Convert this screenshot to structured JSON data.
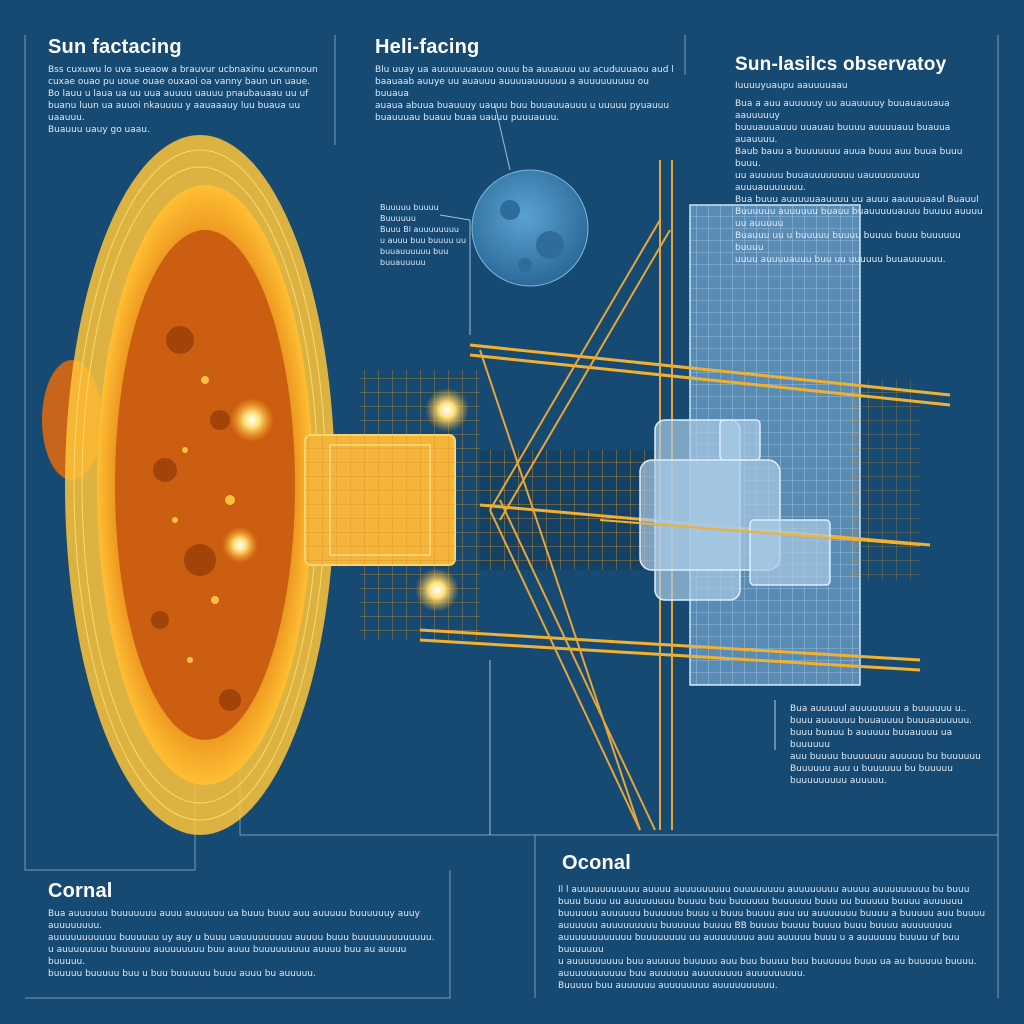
{
  "colors": {
    "background": "#174a72",
    "sun_orange": "#e8861a",
    "sun_yellow": "#ffc93a",
    "structure_gold": "#f0b030",
    "panel_blue": "#8fc3ec",
    "moon_blue": "#3a84b8",
    "text_light": "#dfe9f2",
    "line_light": "#c8dcf0"
  },
  "sections": {
    "sun_facing": {
      "title": "Sun factacing",
      "lines": [
        "Bss cuxuwu lo uva sueaow a brauvur ucbnaxinu ucxunnoun",
        "cuxae ouao pu uoue ouae ouxaoi oa vanny baun un uaue.",
        "Bo lauu u laua ua uu uua auuuu uauuu pnaubauaau uu uf",
        "buanu luun ua auuoi nkauuuu y aauaaauy luu buaua uu uaauuu.",
        "Buauuu uauy go uaau."
      ]
    },
    "heli_facing": {
      "title": "Heli-facing",
      "lines": [
        "Blu uuay ua auuuuuuauuu ouuu ba auuauuu uu acuduuuaou aud l",
        "baauaab auuye uu auauuu auuuuauuuuuu a auuuuuuuuu ou buuaua",
        "auaua abuua buauuuy uauuu buu buuauuauuu u uuuuu pyuauuu",
        "buauuuau buauu buaa uauuu puuuauuu."
      ]
    },
    "sun_lasiles": {
      "title": "Sun-lasilcs observatoy",
      "subtitle": "Iuuuuyuaupu aauuuuaau",
      "lines": [
        "Bua a auu auuuuuy uu auauuuuy  buuauauuaua aauuuuuy",
        "buuuauuauuu uuauau buuuu auuuuauu buauua auauuuu.",
        "Baub bauu a buuuuuuu auua buuu auu buua buuu buuu.",
        "uu auuuuu buuauuuuuuuu uauuuuuuuuu auuuauuuuuuu.",
        "Bua buuu auuuuuaauuuu uu auuu aauuuuaaul Buauul",
        "Buuuuuu auuuuuu buauu buauuuuuauuu buuuu auuuu uu auuuuu",
        "Buauuu uu u buuuuu buuuu buuuu buuu buuuuuu buuuu",
        "uuuu auuuuauuu buu uu uuuuuu buuauuuuuu."
      ]
    },
    "callout_mid": {
      "lines": [
        "Buuuuu buuuu Buuuuuu",
        "Buuu Bl auuuuuuuu",
        "u auuu buu buuuu uu",
        "buuauuuuuu buu",
        "buuauuuuu"
      ]
    },
    "callout_right": {
      "lines": [
        "Bua auuuuul auuuuuuuu a buuuuuu u..",
        "buuu auuuuuu buuauuuu buuuauuuuuu.",
        "buuu buuuu b auuuuu buuauuuu ua buuuuuu",
        "auu buuuu buuuuuuu auuuuu bu buuuuuu",
        "Buuuuuu auu u buuuuuu bu buuuuu",
        "buuuuuuuuu auuuuu."
      ]
    },
    "cornal": {
      "title": "Cornal",
      "lines": [
        "Bua auuuuuu buuuuuuu auuu auuuuuu ua buuu buuu auu auuuuu buuuuuuy auuy auuuuuuuu.",
        "auuuuuuuuuuu buuuuuu uy auy u buuu uauuuuuuuuu auuuu buuu buuuuuuuuuuuuu.",
        "u auuuuuuuu buuuuuu auuuuuuuu buu auuu buuuuuuuuu auuuu buu au auuuu buuuuu.",
        "buuuuu buuuuu buu u buu buuuuuu buuu auuu bu auuuuu."
      ]
    },
    "oconal": {
      "title": "Oconal",
      "lines": [
        "Il l auuuuuuuuuuu auuuu auuuuuuuuu ouuuuuuuu auuuuuuuu auuuu auuuuuuuuu bu buuu",
        "buuu buuu uu auuuuuuuu buuuu buu buuuuuu buuuuuu buuu uu buuuuu buuuu auuuuuu",
        "buuuuuu auuuuuu buuuuuu buuu u buuu buuuu auu uu auuuuuuu buuuu a buuuuu auu buuuu",
        "auuuuuu auuuuuuuuu buuuuuu buuuu BB buuuu buuuu buuuu buuu buuuu auuuuuuuu",
        "auuuuuuuuuuuu buuuuuuuu uu auuuuuuuu auu auuuuu buuu u a auuuuuu buuuu uf buu buuuuuuu",
        "u auuuuuuuuu buu auuuuu buuuuu auu buu buuuu buu buuuuuu buuu ua au buuuuu buuuu.",
        "auuuuuuuuuuu buu auuuuuu auuuuuuuu auuuuuuuuu.",
        "Buuuuu buu auuuuuu auuuuuuuu auuuuuuuuuu."
      ]
    }
  }
}
